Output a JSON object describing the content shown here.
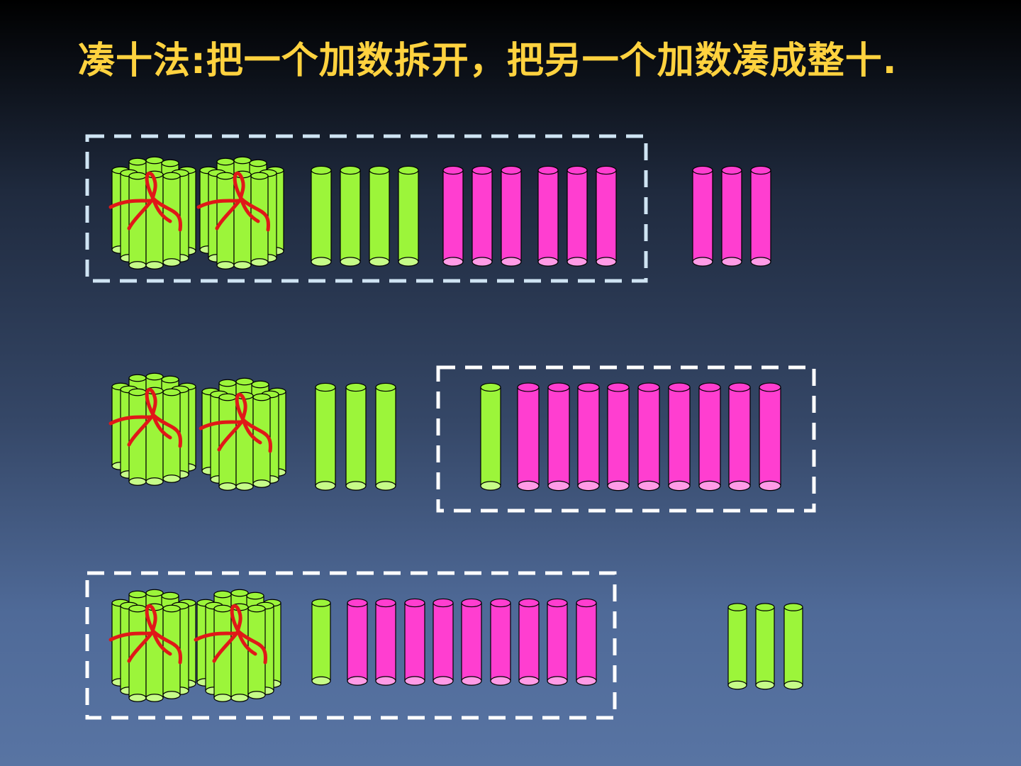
{
  "title": "凑十法:把一个加数拆开，把另一个加数凑成整十.",
  "colors": {
    "green_stick": "#9cf53a",
    "green_top": "#c6fb88",
    "pink_stick": "#ff3ed0",
    "pink_top": "#ff9be6",
    "string": "#e01818",
    "box_row1": "#cfe4f3",
    "box_other": "#ffffff"
  },
  "rows": [
    {
      "bundles": 2,
      "green": 4,
      "pink": [
        6,
        3
      ],
      "box": "bundles-green-first-pink-group"
    },
    {
      "bundles": 2,
      "green": 3,
      "pink": [],
      "box_green": 1,
      "box_pink": 9,
      "box": "one-green-nine-pink"
    },
    {
      "bundles": 2,
      "green": 1,
      "pink": [
        9
      ],
      "extra_green": 3,
      "box": "bundles-green-pink"
    }
  ]
}
